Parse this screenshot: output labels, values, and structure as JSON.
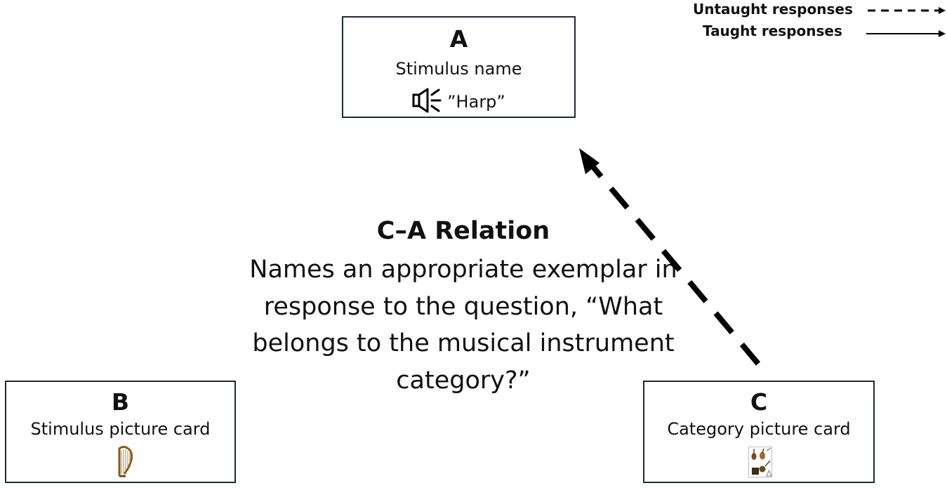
{
  "legend": {
    "untaught": "Untaught responses",
    "taught": "Taught responses"
  },
  "box_a": {
    "letter": "A",
    "label": "Stimulus name",
    "spoken": "”Harp”",
    "icon": "speaker-icon"
  },
  "box_b": {
    "letter": "B",
    "label": "Stimulus picture card",
    "icon": "harp-picture"
  },
  "box_c": {
    "letter": "C",
    "label": "Category picture card",
    "icon": "musical-instruments-picture"
  },
  "relation": {
    "title": "C–A Relation",
    "description": "Names an appropriate exemplar in response to the question, “What belongs to the musical instrument category?”"
  },
  "colors": {
    "box_border": "#1f2a36",
    "arrow": "#000000",
    "text": "#111111"
  }
}
